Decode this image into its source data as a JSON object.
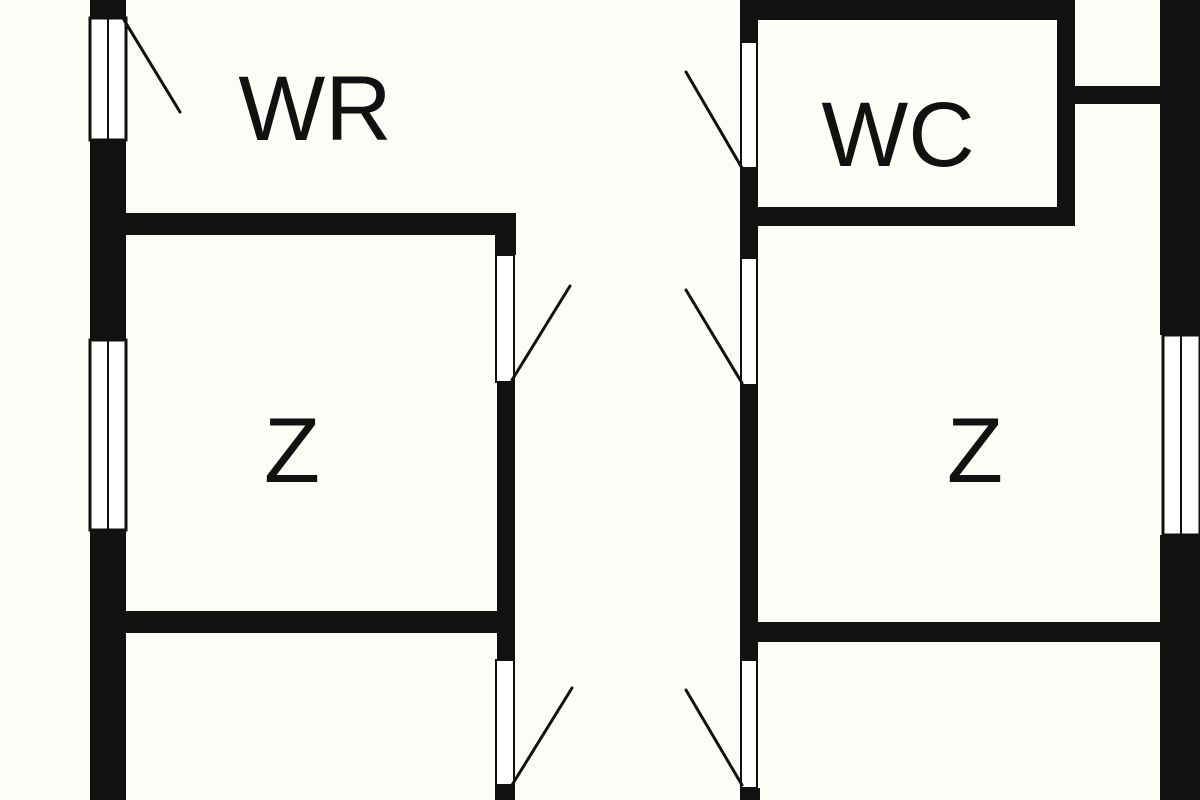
{
  "colors": {
    "background": "#fdfdf7",
    "wall": "#111111",
    "window_fill": "#ffffff"
  },
  "rooms": {
    "wr": {
      "label": "WR"
    },
    "wc": {
      "label": "WC"
    },
    "z_left": {
      "label": "Z"
    },
    "z_right": {
      "label": "Z"
    }
  }
}
